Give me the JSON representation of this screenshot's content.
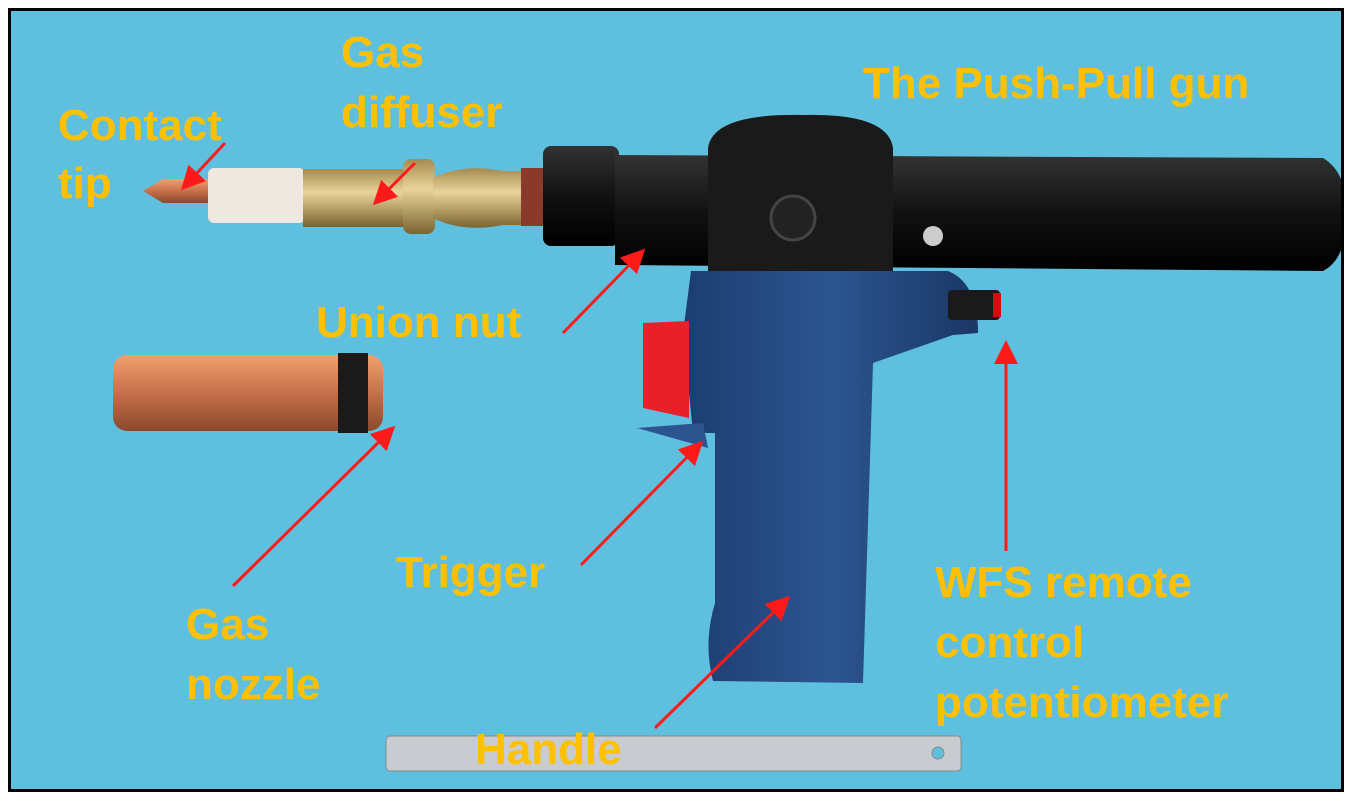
{
  "title": "The Push-Pull gun",
  "colors": {
    "background": "#5ec0de",
    "label": "#ffc000",
    "arrow": "#ff1a1a"
  },
  "labels": {
    "contact_tip": [
      "Contact",
      "tip"
    ],
    "gas_diffuser": [
      "Gas",
      "diffuser"
    ],
    "union_nut": "Union nut",
    "gas_nozzle": [
      "Gas",
      "nozzle"
    ],
    "trigger": "Trigger",
    "handle": "Handle",
    "wfs": [
      "WFS remote",
      "control",
      "potentiometer"
    ]
  }
}
